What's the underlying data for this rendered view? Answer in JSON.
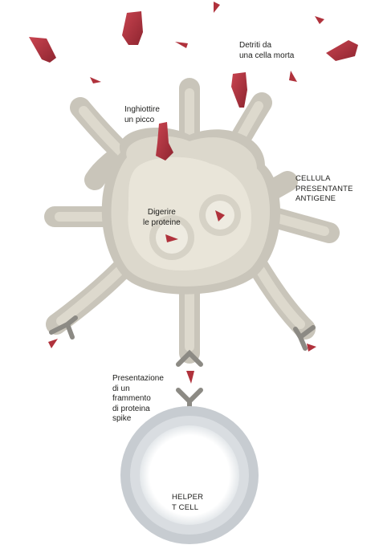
{
  "labels": {
    "debris": "Detriti da\n una cella morta",
    "engulf": "Inghiottire\nun picco",
    "apc": "CELLULA\nPRESENTANTE\nANTIGENE",
    "digest": "Digerire\nle proteine",
    "presentation": "Presentazione\ndi un\nframmento\ndi proteina\nspike",
    "helper": "HELPER\n T CELL"
  },
  "colors": {
    "cell_outer": "#c9c5ba",
    "cell_mid": "#dcd8cc",
    "cell_inner": "#e9e5d9",
    "cell_core": "#f1eee4",
    "receptor": "#8c8a84",
    "fragment": "#b0323c",
    "tcell_outer": "#c7ccd1",
    "tcell_inner": "#eef0f2"
  }
}
